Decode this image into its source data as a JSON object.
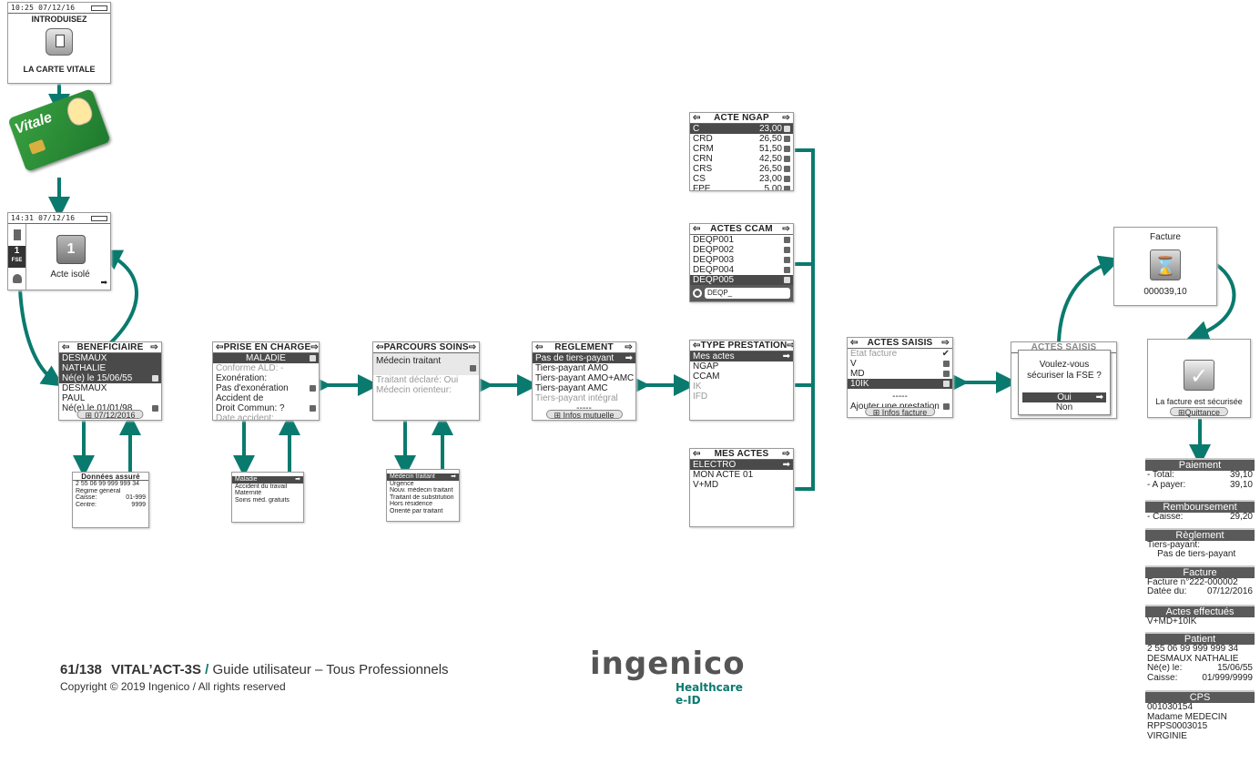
{
  "colors": {
    "teal": "#0a7a6e",
    "screen_border": "#9a9a9a",
    "selected": "#4a4a4a"
  },
  "insert_screen": {
    "time": "10:25 07/12/16",
    "line1": "INTRODUISEZ",
    "line2": "LA CARTE VITALE"
  },
  "vitale_card": {
    "brand": "Vitale"
  },
  "home_screen": {
    "time": "14:31 07/12/16",
    "fse_number": "1",
    "fse_label": "FSE",
    "label": "Acte isolé"
  },
  "beneficiaire": {
    "title": "BENEFICIAIRE",
    "rows": [
      {
        "text": "DESMAUX",
        "selected": true
      },
      {
        "text": "NATHALIE",
        "selected": true
      },
      {
        "text": "Né(e) le 15/06/55",
        "selected": true
      },
      {
        "text": "DESMAUX"
      },
      {
        "text": "PAUL"
      },
      {
        "text": "Né(e) le 01/01/98"
      }
    ],
    "button": "07/12/2016"
  },
  "donnees_assure": {
    "title": "Données assuré",
    "rows": [
      {
        "label": "2 55 06 99 999 999 34",
        "value": ""
      },
      {
        "label": "Régime général",
        "value": ""
      },
      {
        "label": "Caisse:",
        "value": "01-999"
      },
      {
        "label": "Centre:",
        "value": "9999"
      }
    ]
  },
  "prise_en_charge": {
    "title": "PRISE EN CHARGE",
    "rows": [
      "MALADIE",
      "Conforme ALD: -",
      "Exonération:",
      "Pas d'exonération",
      "Accident de",
      "Droit Commun: ?",
      "Date accident:"
    ]
  },
  "maladie_menu": [
    "Maladie",
    "Accident du travail",
    "Maternité",
    "Soins méd. gratuits"
  ],
  "parcours_soins": {
    "title": "PARCOURS SOINS",
    "rows": [
      "Médecin traitant",
      "Traitant déclaré: Oui",
      "Médecin orienteur:"
    ]
  },
  "parcours_menu": [
    "Médecin traitant",
    "Urgence",
    "Nouv. médecin traitant",
    "Traitant de substitution",
    "Hors résidence",
    "Orienté par traitant"
  ],
  "reglement": {
    "title": "REGLEMENT",
    "rows": [
      "Pas de tiers-payant",
      "Tiers-payant AMO",
      "Tiers-payant AMO+AMC",
      "Tiers-payant AMC",
      "Tiers-payant intégral",
      "-----"
    ],
    "button": "Infos mutuelle"
  },
  "type_prestation": {
    "title": "TYPE PRESTATION",
    "rows": [
      "Mes actes",
      "NGAP",
      "CCAM",
      "IK",
      "IFD"
    ]
  },
  "acte_ngap": {
    "title": "ACTE NGAP",
    "rows": [
      {
        "code": "C",
        "price": "23,00"
      },
      {
        "code": "CRD",
        "price": "26,50"
      },
      {
        "code": "CRM",
        "price": "51,50"
      },
      {
        "code": "CRN",
        "price": "42,50"
      },
      {
        "code": "CRS",
        "price": "26,50"
      },
      {
        "code": "CS",
        "price": "23,00"
      },
      {
        "code": "FPE",
        "price": "5,00"
      }
    ]
  },
  "actes_ccam": {
    "title": "ACTES CCAM",
    "rows": [
      "DEQP001",
      "DEQP002",
      "DEQP003",
      "DEQP004",
      "DEQP005"
    ],
    "search_value": "DEQP_"
  },
  "mes_actes": {
    "title": "MES ACTES",
    "rows": [
      "ELECTRO",
      "MON ACTE 01",
      "V+MD"
    ]
  },
  "actes_saisis": {
    "title": "ACTES SAISIS",
    "rows": [
      "Etat facture",
      "V",
      "MD",
      "10IK",
      "-----",
      "Ajouter une prestation"
    ],
    "button": "Infos facture"
  },
  "confirm_dialog": {
    "background_title": "ACTES SAISIS",
    "question_line1": "Voulez-vous",
    "question_line2": "sécuriser la FSE ?",
    "yes": "Oui",
    "no": "Non"
  },
  "facture_screen": {
    "title": "Facture",
    "amount": "000039,10"
  },
  "secured_screen": {
    "label": "La facture est sécurisée",
    "button": "Quittance"
  },
  "receipt": {
    "sections": [
      {
        "header": "Paiement",
        "lines": [
          {
            "l": "- Total:",
            "r": "39,10"
          },
          {
            "l": "- A payer:",
            "r": "39,10"
          }
        ]
      },
      {
        "header": "Remboursement",
        "lines": [
          {
            "l": "- Caisse:",
            "r": "29,20"
          }
        ]
      },
      {
        "header": "Règlement",
        "lines": [
          {
            "l": "Tiers-payant:",
            "r": ""
          },
          {
            "l": "    Pas de tiers-payant",
            "r": ""
          }
        ]
      },
      {
        "header": "Facture",
        "lines": [
          {
            "l": "Facture n°222-000002",
            "r": ""
          },
          {
            "l": "Datée du:",
            "r": "07/12/2016"
          }
        ]
      },
      {
        "header": "Actes effectués",
        "lines": [
          {
            "l": "V+MD+10IK",
            "r": ""
          }
        ]
      },
      {
        "header": "Patient",
        "lines": [
          {
            "l": "2 55 06 99 999 999 34",
            "r": ""
          },
          {
            "l": "DESMAUX NATHALIE",
            "r": ""
          },
          {
            "l": "Né(e) le:",
            "r": "15/06/55"
          },
          {
            "l": "Caisse:",
            "r": "01/999/9999"
          }
        ]
      },
      {
        "header": "CPS",
        "lines": [
          {
            "l": "001030154",
            "r": ""
          },
          {
            "l": "Madame MEDECIN",
            "r": ""
          },
          {
            "l": "RPPS0003015",
            "r": ""
          },
          {
            "l": "VIRGINIE",
            "r": ""
          }
        ]
      }
    ]
  },
  "footer": {
    "page": "61/138",
    "product": "VITAL’ACT-3S",
    "slash": "/",
    "guide": "Guide utilisateur – Tous Professionnels",
    "copyright": "Copyright © 2019 Ingenico / All rights reserved"
  },
  "logo": {
    "brand": "ingenico",
    "line1": "Healthcare",
    "line2": "e-ID"
  }
}
